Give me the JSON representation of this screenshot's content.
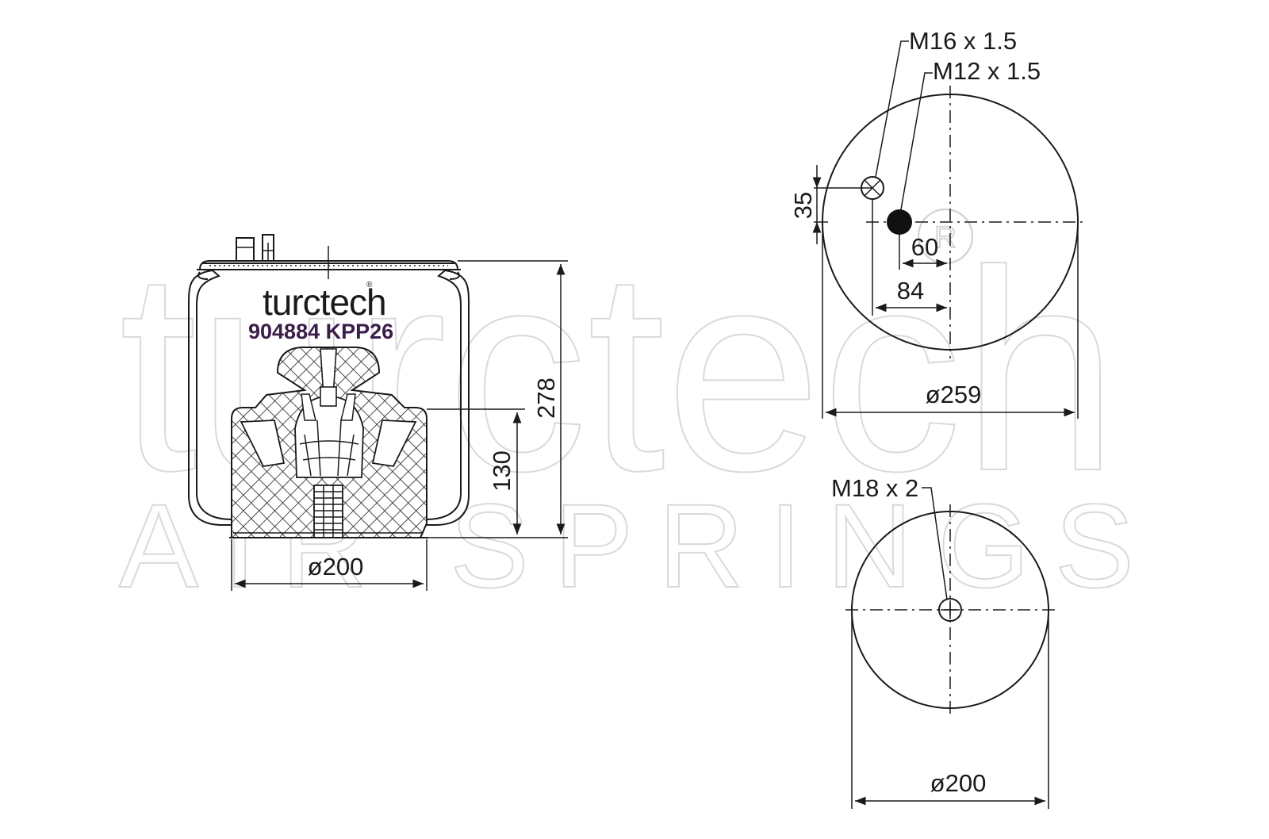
{
  "watermark": {
    "brand": "turctech",
    "sub": "AIR SPRINGS"
  },
  "product": {
    "brand": "turctech",
    "code": "904884 KPP26"
  },
  "side_view": {
    "height_total": "278",
    "height_piston": "130",
    "piston_diameter": "ø200"
  },
  "top_view": {
    "thread_1": "M16 x 1.5",
    "thread_2": "M12 x 1.5",
    "offset_vertical": "35",
    "offset_60": "60",
    "offset_84": "84",
    "diameter": "ø259"
  },
  "bottom_view": {
    "thread": "M18 x 2",
    "diameter": "ø200"
  }
}
